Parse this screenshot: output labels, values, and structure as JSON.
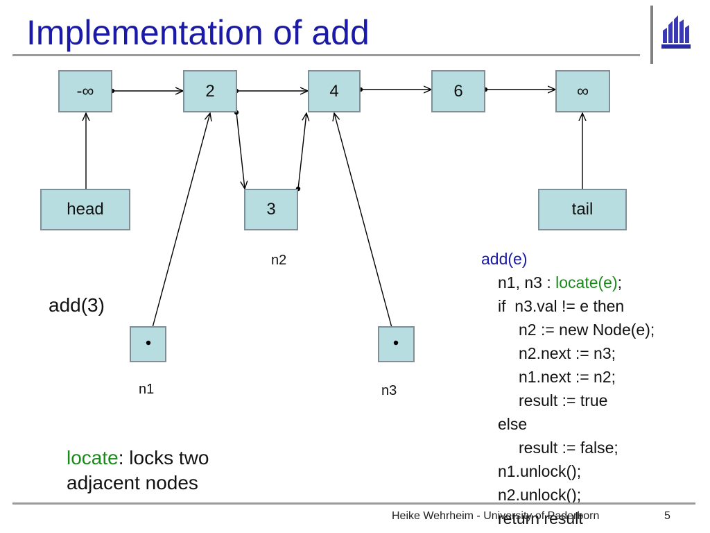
{
  "slide": {
    "title": "Implementation of add",
    "logo_icon": "university-logo-icon"
  },
  "nodes": {
    "minus_inf": "-∞",
    "two": "2",
    "four": "4",
    "six": "6",
    "inf": "∞",
    "three": "3",
    "head": "head",
    "tail": "tail"
  },
  "labels": {
    "n1": "n1",
    "n2": "n2",
    "n3": "n3",
    "call": "add(3)"
  },
  "note": {
    "keyword": "locate",
    "line1_rest": ": locks two",
    "line2": "adjacent nodes"
  },
  "code": {
    "signature": "add(e)",
    "l1_prefix": "n1, n3 : ",
    "l1_call": "locate(e)",
    "l1_suffix": ";",
    "l2": "if  n3.val != e then",
    "l3": "n2 := new Node(e);",
    "l4": "n2.next := n3;",
    "l5": "n1.next := n2;",
    "l6": "result := true",
    "l7": "else",
    "l8": "result := false;",
    "l9": "n1.unlock();",
    "l10": "n2.unlock();",
    "l11": "return result"
  },
  "footer": {
    "author": "Heike Wehrheim - University of Paderborn",
    "page": "5"
  },
  "colors": {
    "title": "#1a1aa6",
    "node_fill": "#b7dde0",
    "keyword_green": "#1a8a1a"
  }
}
